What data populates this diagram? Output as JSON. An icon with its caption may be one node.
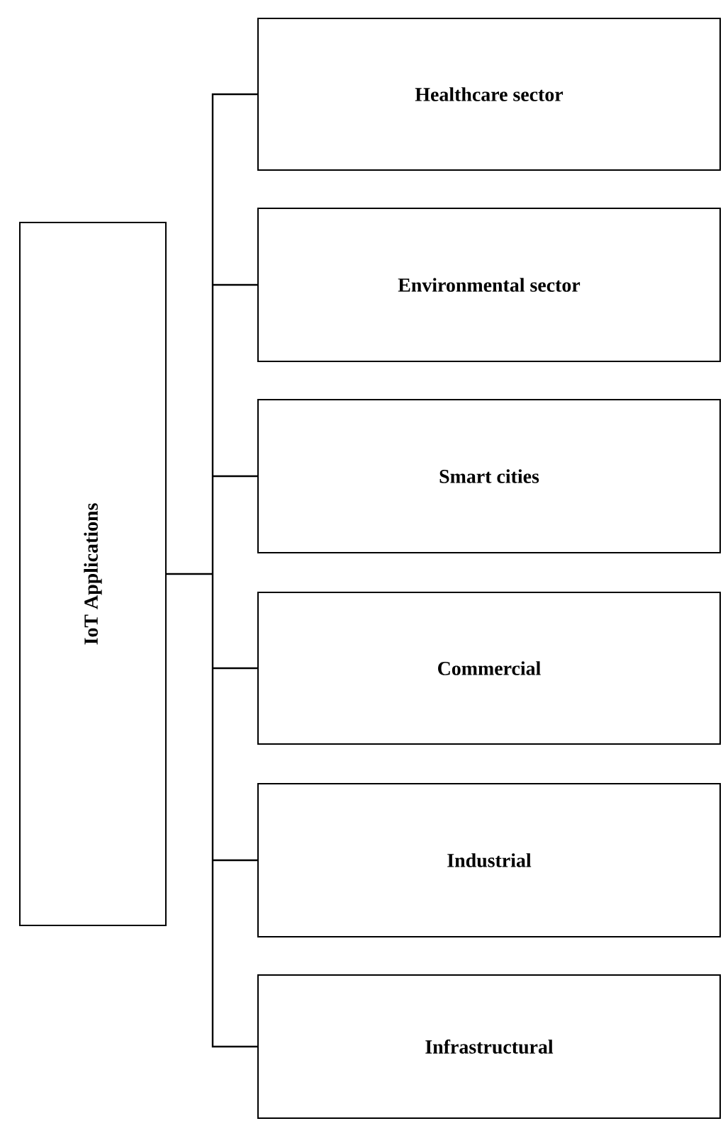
{
  "diagram": {
    "nodes": [
      {
        "text": [
          "IoT Applications"
        ]
      },
      {
        "text": [
          "Healthcare sector"
        ]
      },
      {
        "text": [
          "Environmental sector"
        ]
      },
      {
        "text": [
          "Smart cities"
        ]
      },
      {
        "text": [
          "Commercial"
        ]
      },
      {
        "text": [
          "Industrial"
        ]
      },
      {
        "text": [
          "Infrastructural"
        ]
      }
    ],
    "edges": [
      {
        "from": 0,
        "to": 1,
        "arrow": "none"
      },
      {
        "from": 0,
        "to": 2,
        "arrow": "none"
      },
      {
        "from": 0,
        "to": 3,
        "arrow": "none"
      },
      {
        "from": 0,
        "to": 4,
        "arrow": "none"
      },
      {
        "from": 0,
        "to": 5,
        "arrow": "none"
      },
      {
        "from": 0,
        "to": 6,
        "arrow": "none"
      }
    ]
  }
}
